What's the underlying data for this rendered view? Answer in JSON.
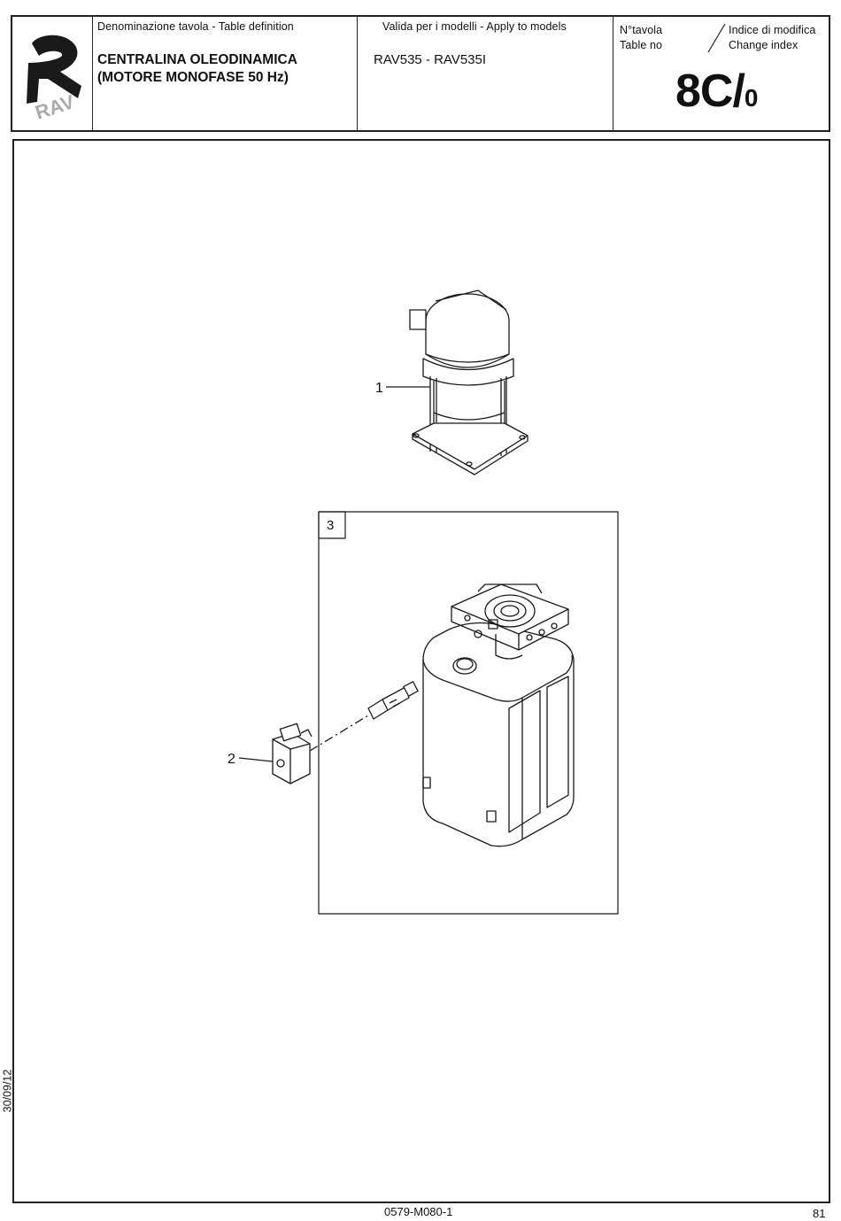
{
  "header": {
    "logo_text": "RAV",
    "definition_label": "Denominazione tavola - Table definition",
    "title_line1": "CENTRALINA OLEODINAMICA",
    "title_line2": "(MOTORE MONOFASE 50 Hz)",
    "models_label": "Valida per i modelli - Apply to models",
    "models_value": "RAV535 - RAV535I",
    "table_no_label1": "N°tavola",
    "table_no_label2": "Table no",
    "change_label1": "Indice di modifica",
    "change_label2": "Change index",
    "table_number": "8C/",
    "change_index": "0"
  },
  "drawing": {
    "callouts": [
      {
        "label": "1",
        "part": "motor"
      },
      {
        "label": "2",
        "part": "solenoid coil"
      },
      {
        "label": "3",
        "part": "hydraulic tank assembly"
      }
    ]
  },
  "footer": {
    "date": "30/09/12",
    "code": "0579-M080-1",
    "page": "81"
  }
}
